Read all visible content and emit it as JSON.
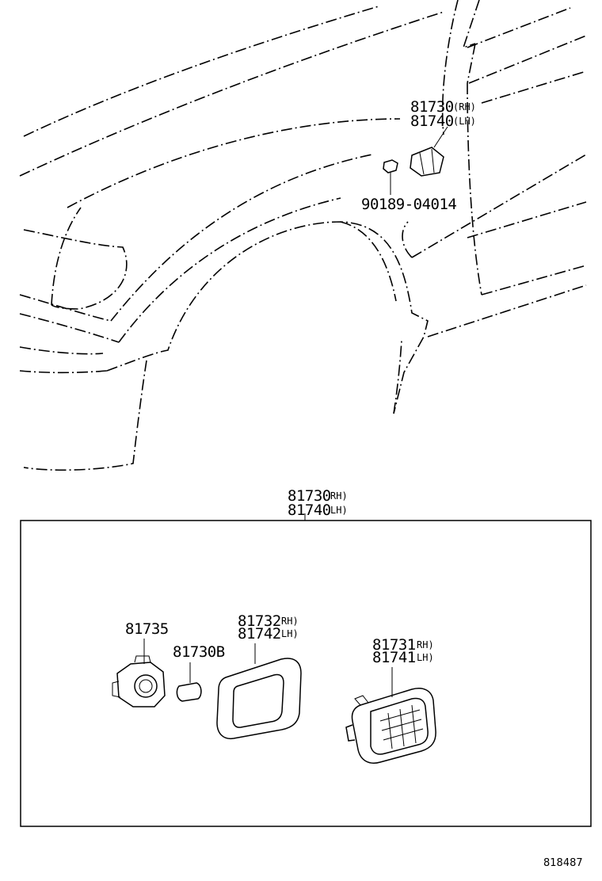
{
  "figure_number": "818487",
  "top_view": {
    "lamp_assy": {
      "part_no_rh": "81730",
      "part_no_lh": "81740",
      "rh": "(RH)",
      "lh": "(LH)"
    },
    "clip": {
      "part_no": "90189-04014"
    }
  },
  "detail_box": {
    "header": {
      "part_no_rh": "81730",
      "part_no_lh": "81740",
      "rh": "RH)",
      "lh": "LH)"
    },
    "socket": {
      "part_no": "81735"
    },
    "bulb": {
      "part_no": "81730B"
    },
    "gasket": {
      "part_no_rh": "81732",
      "part_no_lh": "81742",
      "rh": "RH)",
      "lh": "LH)"
    },
    "lens": {
      "part_no_rh": "81731",
      "part_no_lh": "81741",
      "rh": "RH)",
      "lh": "LH)"
    }
  }
}
